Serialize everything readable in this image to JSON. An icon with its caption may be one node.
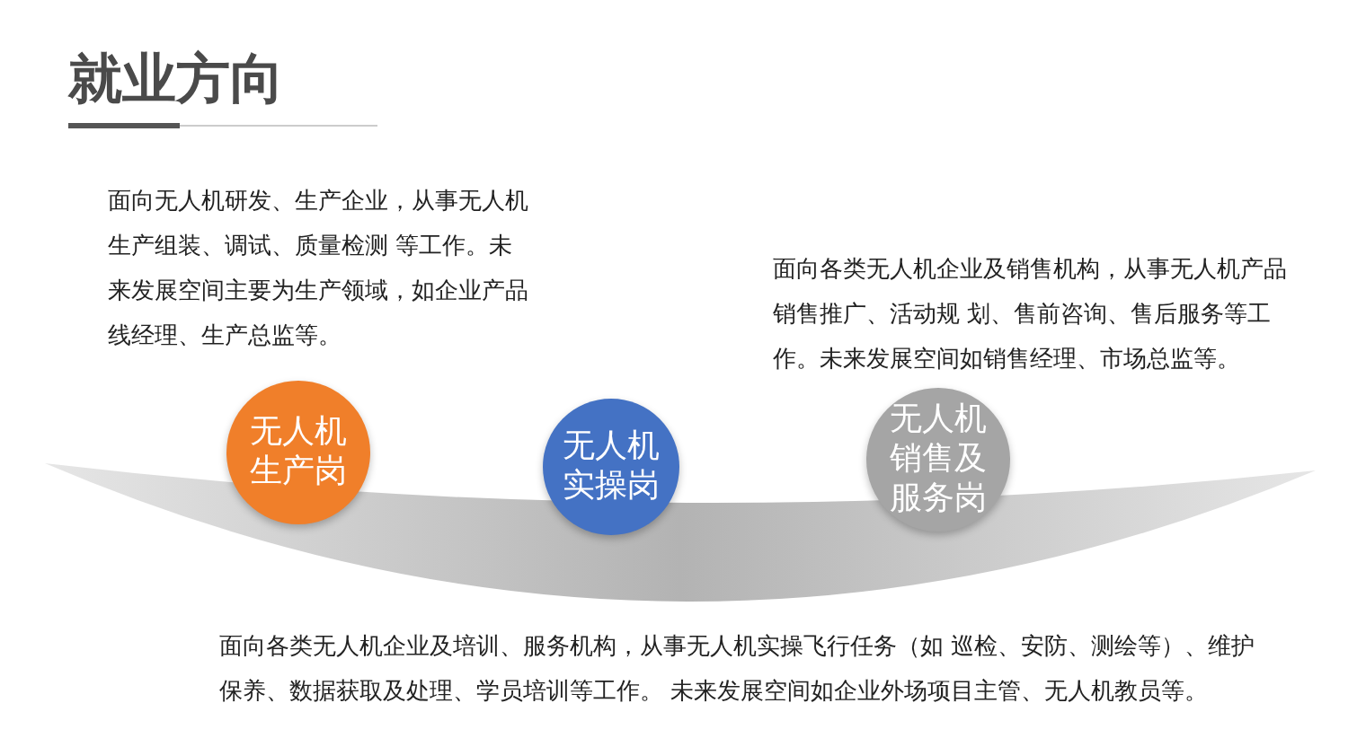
{
  "diagram": {
    "title": "就业方向",
    "nodes": [
      {
        "text": [
          "无人机生产岗"
        ],
        "beside": [
          "面向无人机研发、生产企业，从事无人机生产组装、调试、质量检测 等工作。未来发展空间主要为生产领域，如企业产品线经理、生产总监等。"
        ]
      },
      {
        "text": [
          "无人机实操岗"
        ]
      },
      {
        "text": [
          "无人机销售及服务岗"
        ],
        "beside": [
          "面向各类无人机企业及销售机构，从事无人机产品销售推广、活动规 划、售前咨询、售后服务等工作。未来发展空间如销售经理、市场总监等。"
        ]
      },
      {
        "text": [],
        "shape": "band"
      }
    ],
    "labels": [
      "面向各类无人机企业及培训、服务机构，从事无人机实操飞行任务（如 巡检、安防、测绘等）、维护保养、数据获取及处理、学员培训等工作。 未来发展空间如企业外场项目主管、无人机教员等。"
    ]
  }
}
